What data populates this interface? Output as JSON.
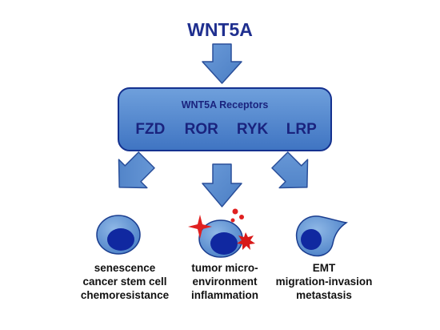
{
  "diagram": {
    "title": "WNT5A",
    "receptors_title": "WNT5A Receptors",
    "receptors": [
      {
        "label": "FZD"
      },
      {
        "label": "ROR"
      },
      {
        "label": "RYK"
      },
      {
        "label": "LRP"
      }
    ],
    "outcomes": [
      {
        "lines": [
          "senescence",
          "cancer stem cell",
          "chemoresistance"
        ]
      },
      {
        "lines": [
          "tumor micro-",
          "environment",
          "inflammation"
        ]
      },
      {
        "lines": [
          "EMT",
          "migration-invasion",
          "metastasis"
        ]
      }
    ]
  },
  "colors": {
    "title_text": "#1f2f8f",
    "box_fill": "#4a7fc9",
    "box_stroke": "#14318f",
    "arrow_fill": "#5b8fd0",
    "arrow_stroke": "#2a4f9a",
    "cell_fill": "#6b9fd8",
    "nucleus_fill": "#1028a0",
    "signal_red": "#e02020"
  },
  "icons": {
    "main_arrow": "down-arrow-icon",
    "branch_arrows": [
      "down-left-arrow-icon",
      "down-arrow-icon",
      "down-right-arrow-icon"
    ],
    "cells": [
      "round-cell-icon",
      "inflamed-cell-icon",
      "mesenchymal-cell-icon"
    ],
    "signals": [
      "sparkle-icon",
      "cytokine-dot-icon",
      "burst-icon"
    ]
  }
}
